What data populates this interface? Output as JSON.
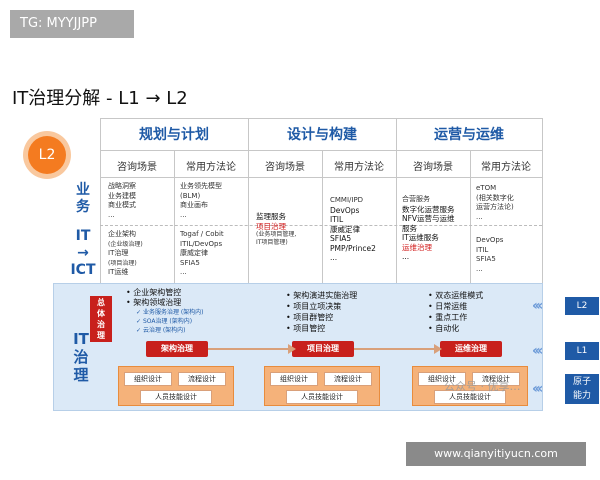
{
  "tag": "TG: MYYJJPP",
  "title": "IT治理分解 - L1 → L2",
  "badge": "L2",
  "columns": [
    {
      "head": "规划与计划",
      "sub1": "咨询场景",
      "sub2": "常用方法论"
    },
    {
      "head": "设计与构建",
      "sub1": "咨询场景",
      "sub2": "常用方法论"
    },
    {
      "head": "运营与运维",
      "sub1": "咨询场景",
      "sub2": "常用方法论"
    }
  ],
  "rows": {
    "biz": "业\n务",
    "itict": "IT\n→\nICT",
    "gov": "IT\n治\n理"
  },
  "biz_cells": {
    "c1a": [
      "战略洞察",
      "业务建模",
      "商业模式",
      "..."
    ],
    "c1b": [
      "业务领先模型",
      "(BLM)",
      "商业画布",
      "..."
    ],
    "c3a": [
      "合营服务",
      "数字化运营服务",
      "NFV运营与运维",
      "服务",
      "IT运维服务",
      "运维治理",
      "..."
    ],
    "c3b": [
      "eTOM",
      "(相关数字化",
      "运营方法论)",
      "..."
    ]
  },
  "mid_cells": {
    "c2a": [
      "监理服务",
      "项目治理",
      "(业务项目管理,",
      "IT项目管理)"
    ],
    "c2b": [
      "CMMI/IPD",
      "DevOps",
      "ITIL",
      "康威定律",
      "SFIA5",
      "PMP/Prince2",
      "..."
    ],
    "c3b": [
      "DevOps",
      "ITIL",
      "SFIA5",
      "..."
    ]
  },
  "ict_cells": {
    "c1a": [
      "企业架构",
      "(企业级治理)",
      "IT治理",
      "(项目治理)",
      "IT运维"
    ],
    "c1b": [
      "Togaf / Cobit",
      "ITIL/DevOps",
      "康威定律",
      "SFIA5",
      "..."
    ]
  },
  "governance": {
    "overall": "总\n体\n治\n理",
    "col1": [
      "企业架构管控",
      "架构领域治理"
    ],
    "col1_sub": [
      "业务服务治理 (架构内)",
      "SOA治理 (架构内)",
      "云治理 (架构内)"
    ],
    "col2": [
      "架构演进实施治理",
      "项目立项决策",
      "项目群管控",
      "项目管控"
    ],
    "col3": [
      "双态运维模式",
      "日常运维",
      "重点工作",
      "自动化"
    ],
    "stages": [
      "架构治理",
      "项目治理",
      "运维治理"
    ],
    "org": [
      "组织设计",
      "流程设计",
      "人员技能设计"
    ]
  },
  "levels": [
    "L2",
    "L1",
    "原子\n能力"
  ],
  "watermark_brand": "公众号 · 优享…",
  "watermark": "www.qianyitiyucn.com"
}
